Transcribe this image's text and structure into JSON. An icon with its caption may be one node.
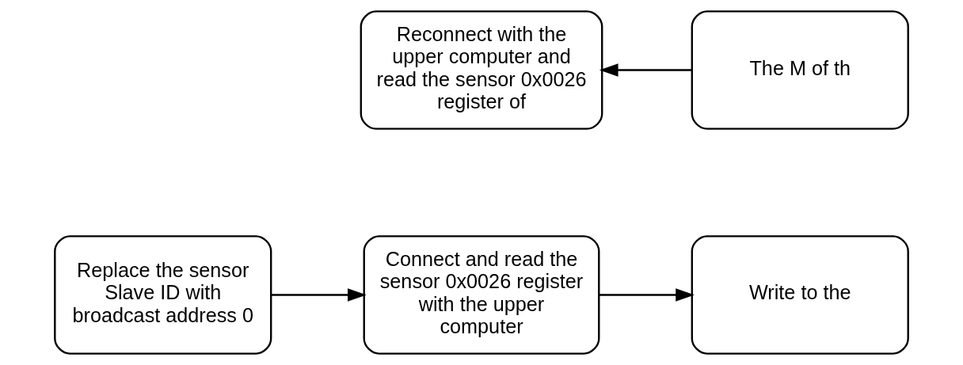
{
  "diagram": {
    "nodes": [
      {
        "text": [
          "Replace the sensor Slave ID with broadcast address 0"
        ]
      },
      {
        "text": [
          "Connect and read the sensor 0x0026 register with the upper computer"
        ]
      },
      {
        "text": [
          "Write to the"
        ]
      },
      {
        "text": [
          "Reconnect with the upper computer and read the sensor 0x0026 register of"
        ]
      },
      {
        "text": [
          "The M of th"
        ]
      }
    ],
    "edges": [
      {
        "from": 0,
        "to": 1,
        "arrow": "to"
      },
      {
        "from": 1,
        "to": 2,
        "arrow": "to"
      },
      {
        "from": 4,
        "to": 3,
        "arrow": "to"
      }
    ]
  }
}
